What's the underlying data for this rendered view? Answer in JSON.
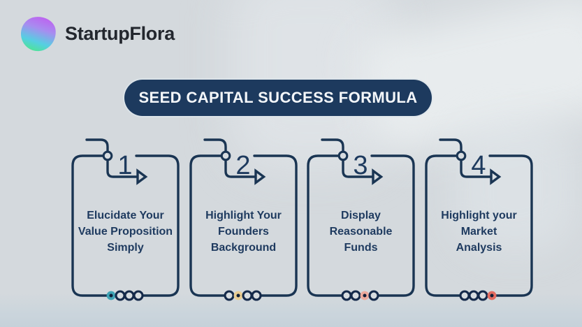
{
  "logo": {
    "text": "StartupFlora",
    "icon": "gradient-blob"
  },
  "banner": {
    "title": "SEED CAPITAL SUCCESS FORMULA"
  },
  "steps": [
    {
      "number": "1",
      "title": "Elucidate Your\nValue Proposition\nSimply",
      "accent": "#3fa3b5"
    },
    {
      "number": "2",
      "title": "Highlight Your\nFounders\nBackground",
      "accent": "#eacd92"
    },
    {
      "number": "3",
      "title": "Display\nReasonable\nFunds",
      "accent": "#edaa9d"
    },
    {
      "number": "4",
      "title": "Highlight your\nMarket\nAnalysis",
      "accent": "#e26b61"
    }
  ],
  "colors": {
    "navy": "#1d3a5e",
    "line": "#1a3553",
    "background": "#d4d9dd"
  }
}
